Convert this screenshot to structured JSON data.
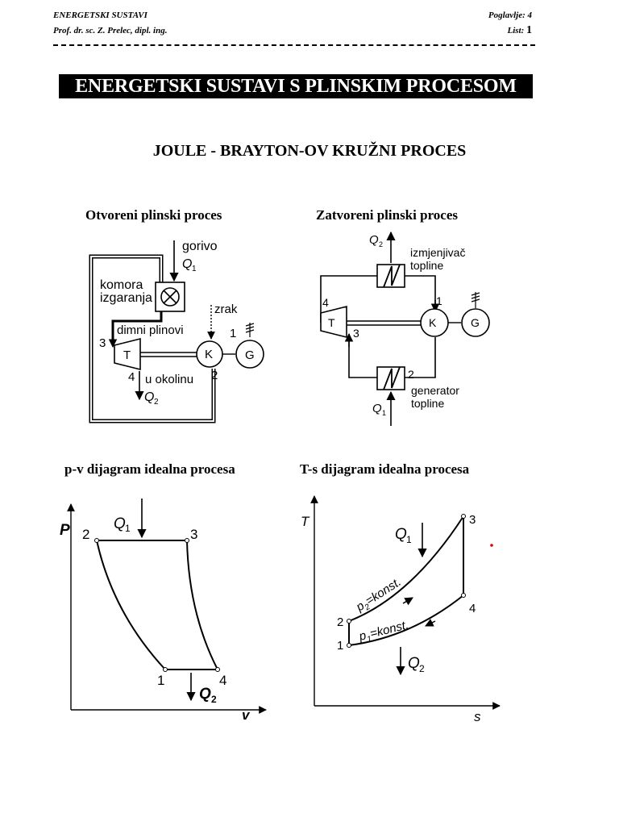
{
  "header": {
    "left_line1": "ENERGETSKI SUSTAVI",
    "left_line2": "Prof. dr. sc. Z. Prelec, dipl. ing.",
    "right_line1": "Poglavlje: 4",
    "right_line2_label": "List:",
    "right_line2_value": "1"
  },
  "banner": "ENERGETSKI SUSTAVI S PLINSKIM PROCESOM",
  "title": "JOULE - BRAYTON-OV KRUŽNI PROCES",
  "sections": {
    "open_title": "Otvoreni plinski proces",
    "closed_title": "Zatvoreni plinski proces",
    "pv_title": "p-v dijagram idealna procesa",
    "ts_title": "T-s dijagram idealna procesa"
  },
  "open_diagram": {
    "gorivo": "gorivo",
    "q1": "Q",
    "q1_sub": "1",
    "komora1": "komora",
    "komora2": "izgaranja",
    "dimni": "dimni plinovi",
    "zrak": "zrak",
    "pt1": "1",
    "pt2": "2",
    "pt3": "3",
    "pt4": "4",
    "turbine": "T",
    "compressor": "K",
    "generator": "G",
    "okolina": "u okolinu",
    "q2": "Q",
    "q2_sub": "2"
  },
  "closed_diagram": {
    "q2": "Q",
    "q2_sub": "2",
    "izmj1": "izmjenjivač",
    "izmj2": "topline",
    "pt1": "1",
    "pt2": "2",
    "pt3": "3",
    "pt4": "4",
    "turbine": "T",
    "compressor": "K",
    "generator": "G",
    "gen1": "generator",
    "gen2": "topline",
    "q1": "Q",
    "q1_sub": "1"
  },
  "pv_diagram": {
    "y_axis": "P",
    "x_axis": "v",
    "q1": "Q",
    "q1_sub": "1",
    "q2": "Q",
    "q2_sub": "2",
    "p1": "1",
    "p2": "2",
    "p3": "3",
    "p4": "4"
  },
  "ts_diagram": {
    "y_axis": "T",
    "x_axis": "s",
    "q1": "Q",
    "q1_sub": "1",
    "q2": "Q",
    "q2_sub": "2",
    "p2_label": "p",
    "p2_sub": "2",
    "p2_rest": "=konst.",
    "p1_label": "p",
    "p1_sub": "1",
    "p1_rest": "=konst.",
    "p1": "1",
    "p2": "2",
    "p3": "3",
    "p4": "4"
  }
}
